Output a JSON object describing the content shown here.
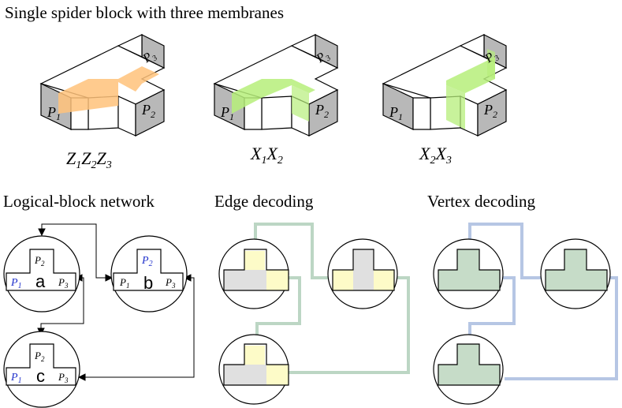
{
  "title": "Single spider block with three membranes",
  "blocks": [
    {
      "port_left": "P",
      "port_left_sub": "1",
      "port_right": "P",
      "port_right_sub": "2",
      "port_back": "P",
      "port_back_sub": "3",
      "caption": [
        {
          "t": "Z",
          "s": "1"
        },
        {
          "t": "Z",
          "s": "2"
        },
        {
          "t": "Z",
          "s": "3"
        }
      ]
    },
    {
      "port_left": "P",
      "port_left_sub": "1",
      "port_right": "P",
      "port_right_sub": "2",
      "port_back": "P",
      "port_back_sub": "3",
      "caption": [
        {
          "t": "X",
          "s": "1"
        },
        {
          "t": "X",
          "s": "2"
        }
      ]
    },
    {
      "port_left": "P",
      "port_left_sub": "1",
      "port_right": "P",
      "port_right_sub": "2",
      "port_back": "P",
      "port_back_sub": "3",
      "caption": [
        {
          "t": "X",
          "s": "2"
        },
        {
          "t": "X",
          "s": "3"
        }
      ]
    }
  ],
  "sections": {
    "network": "Logical-block network",
    "edge": "Edge decoding",
    "vertex": "Vertex decoding"
  },
  "network_nodes": [
    {
      "label": "a",
      "p1": "P",
      "p1_sub": "1",
      "p2": "P",
      "p2_sub": "2",
      "p3": "P",
      "p3_sub": "3",
      "highlight": "p1"
    },
    {
      "label": "b",
      "p1": "P",
      "p1_sub": "1",
      "p2": "P",
      "p2_sub": "2",
      "p3": "P",
      "p3_sub": "3",
      "highlight": "p2"
    },
    {
      "label": "c",
      "p1": "P",
      "p1_sub": "1",
      "p2": "P",
      "p2_sub": "2",
      "p3": "P",
      "p3_sub": "3",
      "highlight": "p1"
    }
  ],
  "colors": {
    "orange": "#ffc27a",
    "green": "#b6ee7a",
    "gray_face": "#b8b8b8",
    "edge_line": "#bcd6c4",
    "vertex_line": "#b6c6e4",
    "vertex_fill": "#c6dcc8",
    "gray_fill": "#e0e0e0",
    "yellow_fill": "#fdfbc8",
    "blue_label": "#2233cc"
  }
}
